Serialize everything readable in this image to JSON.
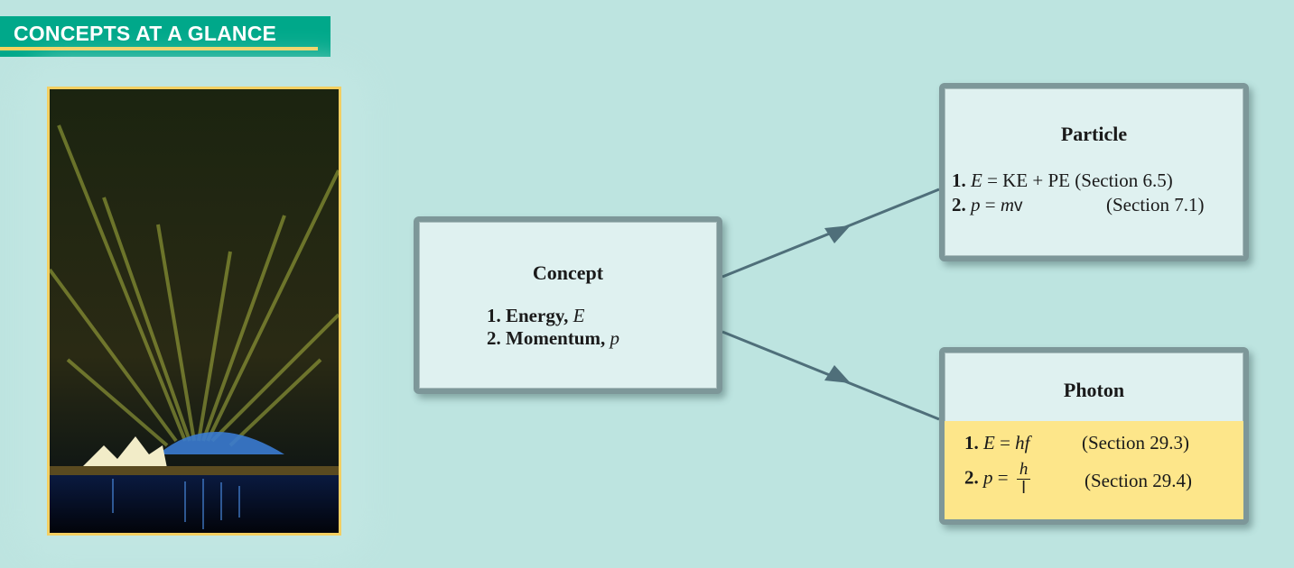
{
  "banner": {
    "title": "CONCEPTS AT A GLANCE"
  },
  "concept": {
    "title": "Concept",
    "items": [
      "1. Energy, ",
      "E",
      "2. Momentum, ",
      "p"
    ]
  },
  "particle": {
    "title": "Particle",
    "item1": {
      "num": "1.",
      "var": "E",
      "eq": " = KE + PE",
      "ref": "(Section 6.5)"
    },
    "item2": {
      "num": "2.",
      "var": "p",
      "eq": " = ",
      "m": "m",
      "v": "v",
      "ref": "(Section 7.1)"
    }
  },
  "photon": {
    "title": "Photon",
    "item1": {
      "num": "1.",
      "var": "E",
      "eq": " = ",
      "rhs": "hf",
      "ref": "(Section 29.3)"
    },
    "item2": {
      "num": "2.",
      "var": "p",
      "eq": " = ",
      "num_frac": "h",
      "den_frac": "l",
      "ref": "(Section 29.4)"
    }
  },
  "colors": {
    "banner": "#00a88a",
    "highlight": "#fde68a",
    "arrow": "#4f6f7a"
  }
}
